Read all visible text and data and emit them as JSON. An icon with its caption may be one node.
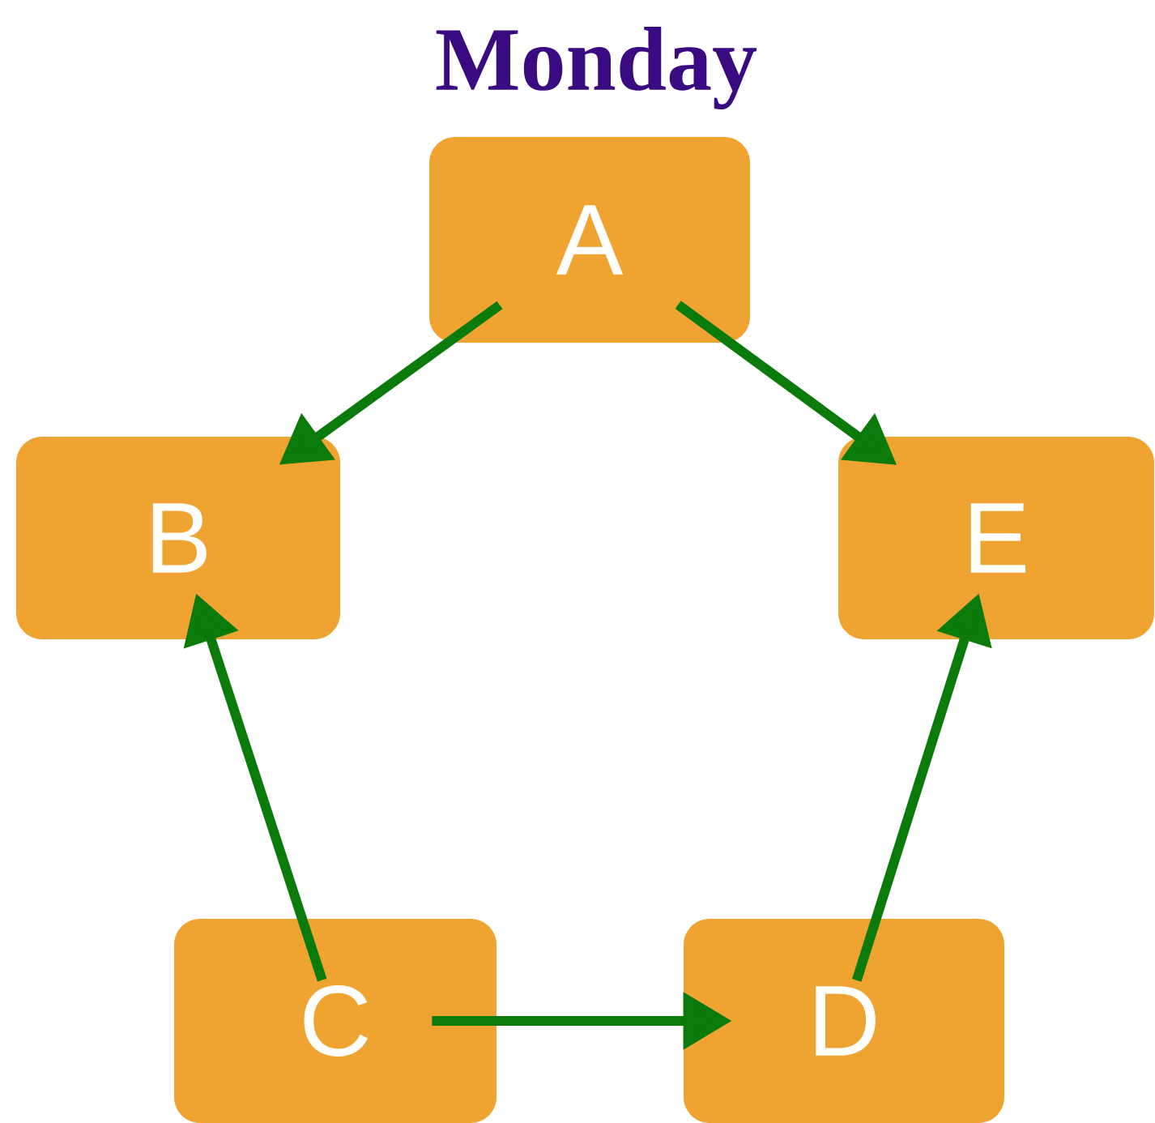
{
  "diagram": {
    "title": "Monday",
    "nodes": [
      {
        "text": [
          "A"
        ]
      },
      {
        "text": [
          "B"
        ]
      },
      {
        "text": [
          "E"
        ]
      },
      {
        "text": [
          "C"
        ]
      },
      {
        "text": [
          "D"
        ]
      }
    ],
    "edges": [
      {
        "from": 0,
        "to": 1,
        "arrow": "to"
      },
      {
        "from": 0,
        "to": 2,
        "arrow": "to"
      },
      {
        "from": 3,
        "to": 1,
        "arrow": "to"
      },
      {
        "from": 3,
        "to": 4,
        "arrow": "to"
      },
      {
        "from": 4,
        "to": 2,
        "arrow": "to"
      }
    ]
  }
}
